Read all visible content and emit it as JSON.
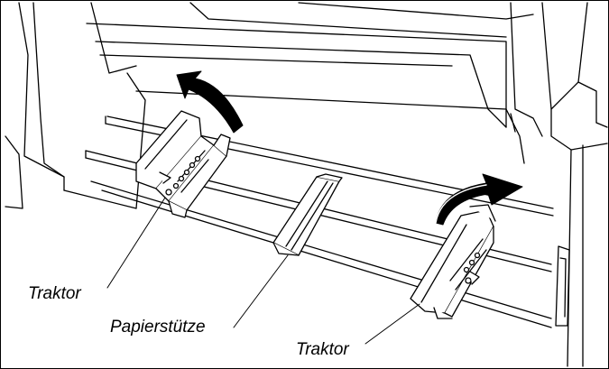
{
  "labels": {
    "tractor_left": "Traktor",
    "paper_support": "Papierstütze",
    "tractor_right": "Traktor"
  },
  "colors": {
    "ink": "#000000",
    "arrow_fill": "#000000",
    "background": "#ffffff"
  },
  "icons": {
    "rotate_arrow_left": "curved-arrow-icon",
    "rotate_arrow_right": "curved-arrow-icon"
  }
}
